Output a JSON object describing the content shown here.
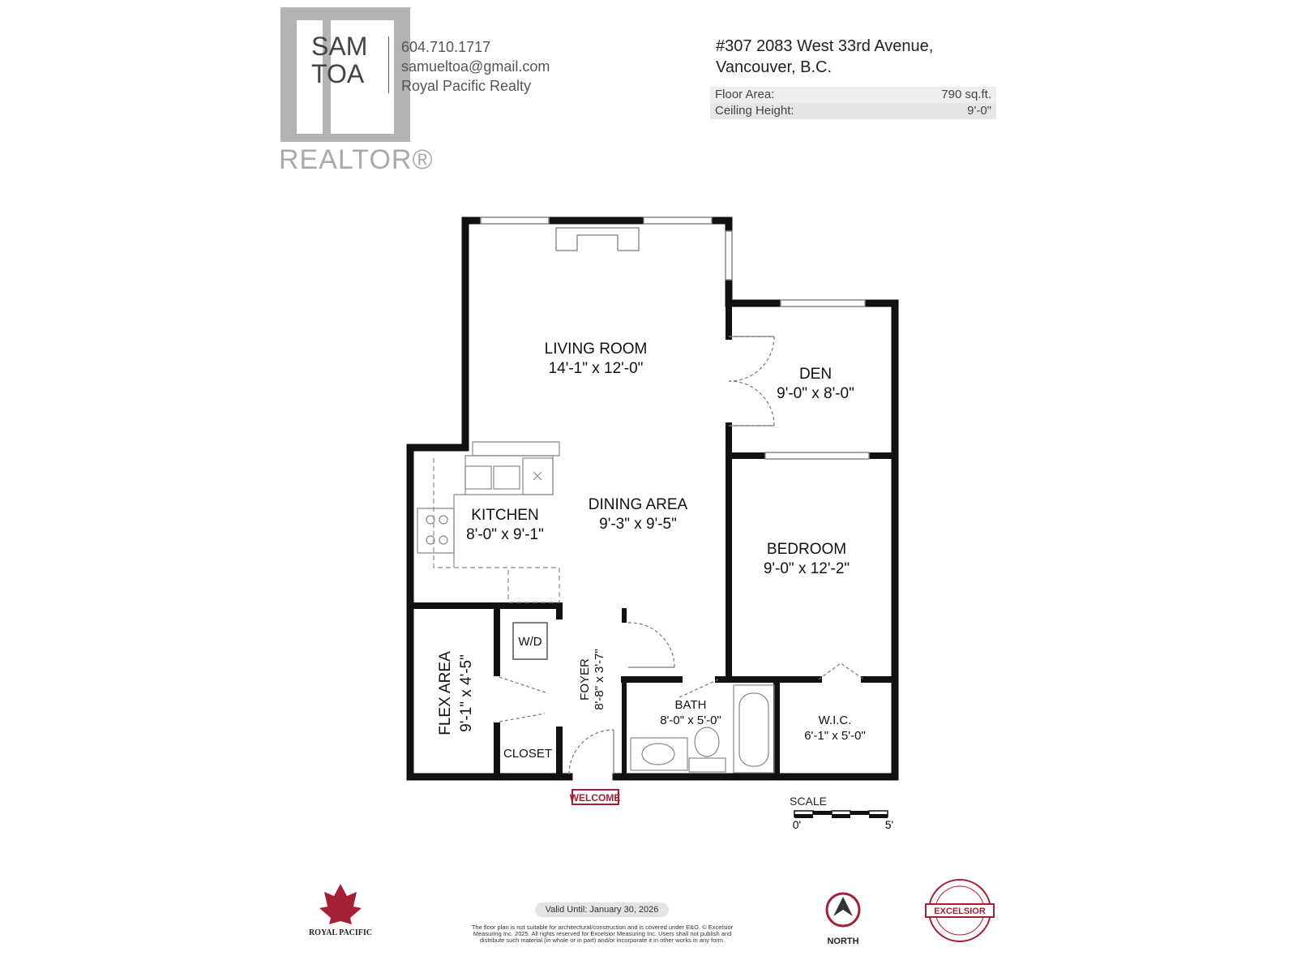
{
  "agent": {
    "first_name": "SAM",
    "last_name": "TOA",
    "phone": "604.710.1717",
    "email": "samueltoa@gmail.com",
    "brokerage": "Royal Pacific Realty",
    "logo_text": "REALTOR®"
  },
  "property": {
    "address_line1": "#307 2083 West 33rd Avenue,",
    "address_line2": "Vancouver, B.C.",
    "facts": [
      {
        "label": "Floor Area:",
        "value": "790 sq.ft."
      },
      {
        "label": "Ceiling Height:",
        "value": "9'-0\""
      }
    ]
  },
  "rooms": {
    "living": {
      "name": "LIVING ROOM",
      "dims": "14'-1\" x 12'-0\""
    },
    "den": {
      "name": "DEN",
      "dims": "9'-0\" x 8'-0\""
    },
    "kitchen": {
      "name": "KITCHEN",
      "dims": "8'-0\" x 9'-1\""
    },
    "dining": {
      "name": "DINING AREA",
      "dims": "9'-3\" x 9'-5\""
    },
    "bedroom": {
      "name": "BEDROOM",
      "dims": "9'-0\" x 12'-2\""
    },
    "flex": {
      "name": "FLEX AREA",
      "dims": "9'-1\" x 4'-5\""
    },
    "foyer": {
      "name": "FOYER",
      "dims": "8'-8\" x 3'-7\""
    },
    "bath": {
      "name": "BATH",
      "dims": "8'-0\" x 5'-0\""
    },
    "wic": {
      "name": "W.I.C.",
      "dims": "6'-1\" x 5'-0\""
    },
    "wd": {
      "name": "W/D"
    },
    "closet": {
      "name": "CLOSET"
    }
  },
  "welcome_mat": "WELCOME",
  "scale": {
    "label": "SCALE",
    "start": "0'",
    "end": "5'"
  },
  "footer": {
    "valid_until": "Valid Until: January 30, 2026",
    "disclaimer": "The floor plan is not suitable for architectural/construction and is covered under E&O. © Excelsior Measuring Inc. 2025. All rights reserved for Excelsior Measuring Inc. Users shall not publish and distribute such material (in whole or in part) and/or incorporate it in other works in any form.",
    "brokerage_logo_text": "ROYAL PACIFIC",
    "north_label": "NORTH",
    "seal_text": "EXCELSIOR"
  },
  "colors": {
    "walls": "#111111",
    "brand_red": "#a32035",
    "logo_grey": "#b3b3b3"
  }
}
